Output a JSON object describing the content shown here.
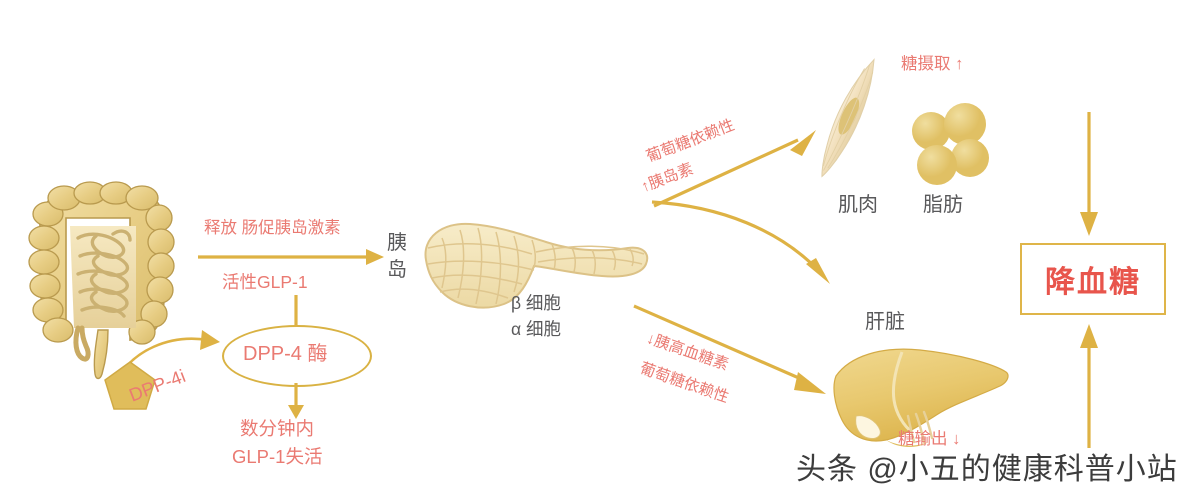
{
  "diagram": {
    "title": "GLP-1 / DPP-4 inhibitor glucose lowering pathway",
    "colors": {
      "gold": "#deb244",
      "gold_dark": "#d3a531",
      "red_text": "#ea7a72",
      "red_strong": "#e8554c",
      "gray_text": "#59595b",
      "organ_fill": "#e8cd85",
      "organ_pale": "#f2e3bb",
      "background": "#ffffff"
    }
  },
  "organs": {
    "intestine_label": "",
    "pancreas_label_vertical": "胰岛",
    "beta_cell": "β 细胞",
    "alpha_cell": "α 细胞",
    "muscle": "肌肉",
    "fat": "脂肪",
    "liver": "肝脏"
  },
  "arrows": {
    "release_top": "释放 肠促胰岛激素",
    "release_bottom": "活性GLP-1",
    "dpp4i": "DPP-4i",
    "enzyme": "DPP-4 酶",
    "inactivation_line1": "数分钟内",
    "inactivation_line2": "GLP-1失活",
    "insulin_line1": "葡萄糖依赖性",
    "insulin_line2": "↑胰岛素",
    "glucagon_line1": "↓胰高血糖素",
    "glucagon_line2": "葡萄糖依赖性"
  },
  "effects": {
    "glucose_uptake": "糖摄取 ↑",
    "glucose_output": "糖输出 ↓",
    "result": "降血糖"
  },
  "watermark": {
    "text": "头条 @小五的健康科普小站"
  }
}
